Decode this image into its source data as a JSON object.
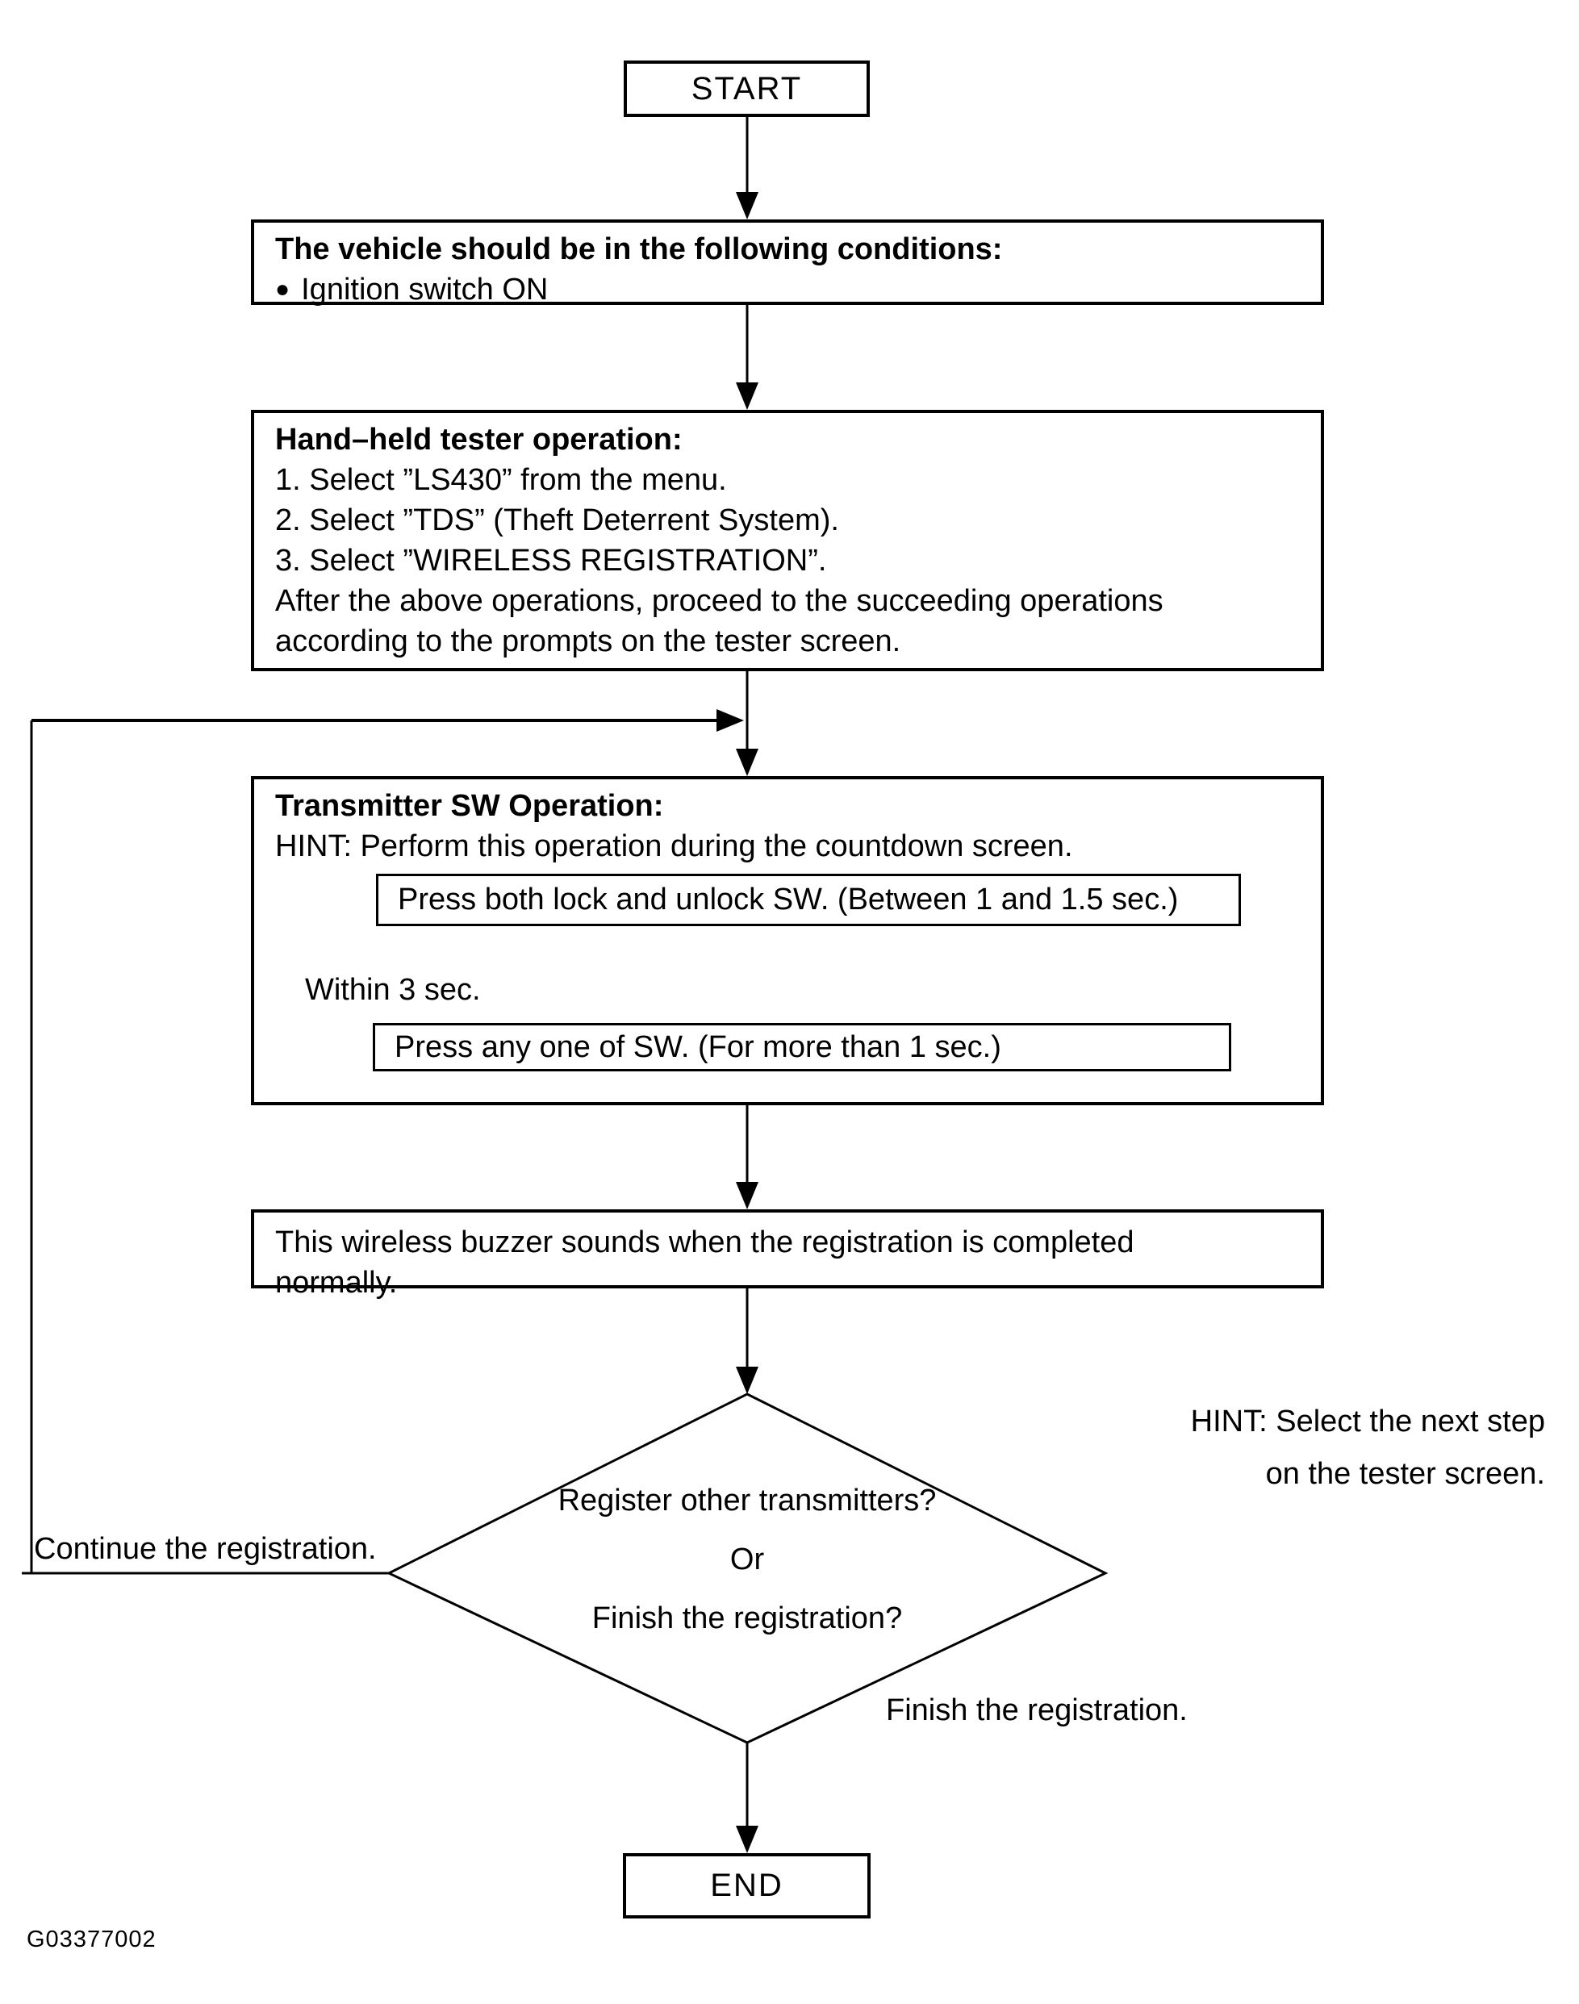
{
  "figure": {
    "id": "G03377002"
  },
  "colors": {
    "ink": "#000000",
    "paper": "#ffffff"
  },
  "nodes": {
    "start": {
      "label": "START"
    },
    "conditions": {
      "title": "The vehicle should be in the following conditions:",
      "bullet_icon": "●",
      "bullet": "Ignition switch ON"
    },
    "tester": {
      "title": "Hand–held tester operation:",
      "steps": [
        "1. Select ”LS430” from the menu.",
        "2. Select ”TDS” (Theft Deterrent System).",
        "3. Select ”WIRELESS REGISTRATION”."
      ],
      "note_lines": [
        "After the above operations, proceed to the succeeding operations",
        "according to the prompts on the tester screen."
      ]
    },
    "transmitter": {
      "title": "Transmitter SW Operation:",
      "hint": "HINT: Perform this operation during the countdown screen.",
      "step_lock_unlock": "Press both lock and unlock SW. (Between 1 and 1.5 sec.)",
      "within_label": "Within 3 sec.",
      "step_any": "Press any one of SW. (For more than 1 sec.)"
    },
    "buzzer": {
      "lines": [
        "This wireless buzzer sounds when the registration is completed",
        "normally."
      ]
    },
    "decision": {
      "lines": [
        "Register other transmitters?",
        "Or",
        "Finish the registration?"
      ]
    },
    "end": {
      "label": "END"
    }
  },
  "annotations": {
    "hint_right_lines": [
      "HINT: Select the next step",
      "on the tester screen."
    ],
    "continue_label": "Continue the registration.",
    "finish_label": "Finish the registration."
  }
}
